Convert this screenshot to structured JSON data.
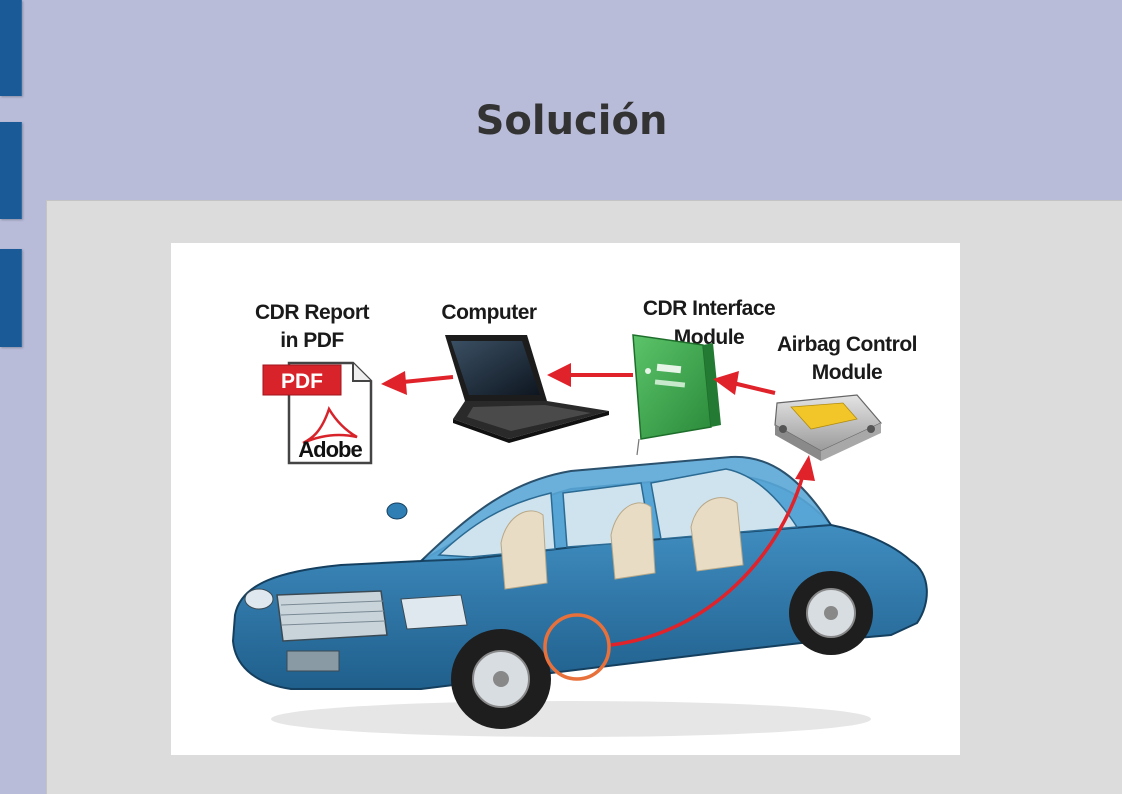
{
  "slide": {
    "title": "Solución"
  },
  "diagram": {
    "labels": {
      "cdr_report_line1": "CDR Report",
      "cdr_report_line2": "in PDF",
      "computer": "Computer",
      "cdr_interface_line1": "CDR Interface",
      "cdr_interface_line2": "Module",
      "airbag_line1": "Airbag Control",
      "airbag_line2": "Module"
    },
    "pdf_icon": {
      "badge": "PDF",
      "brand": "Adobe"
    },
    "colors": {
      "arrow": "#e0222a",
      "pdf_red": "#d8232a",
      "module_green": "#3cae49",
      "car_blue": "#2f7fb4",
      "highlight_circle": "#e8703a"
    }
  }
}
